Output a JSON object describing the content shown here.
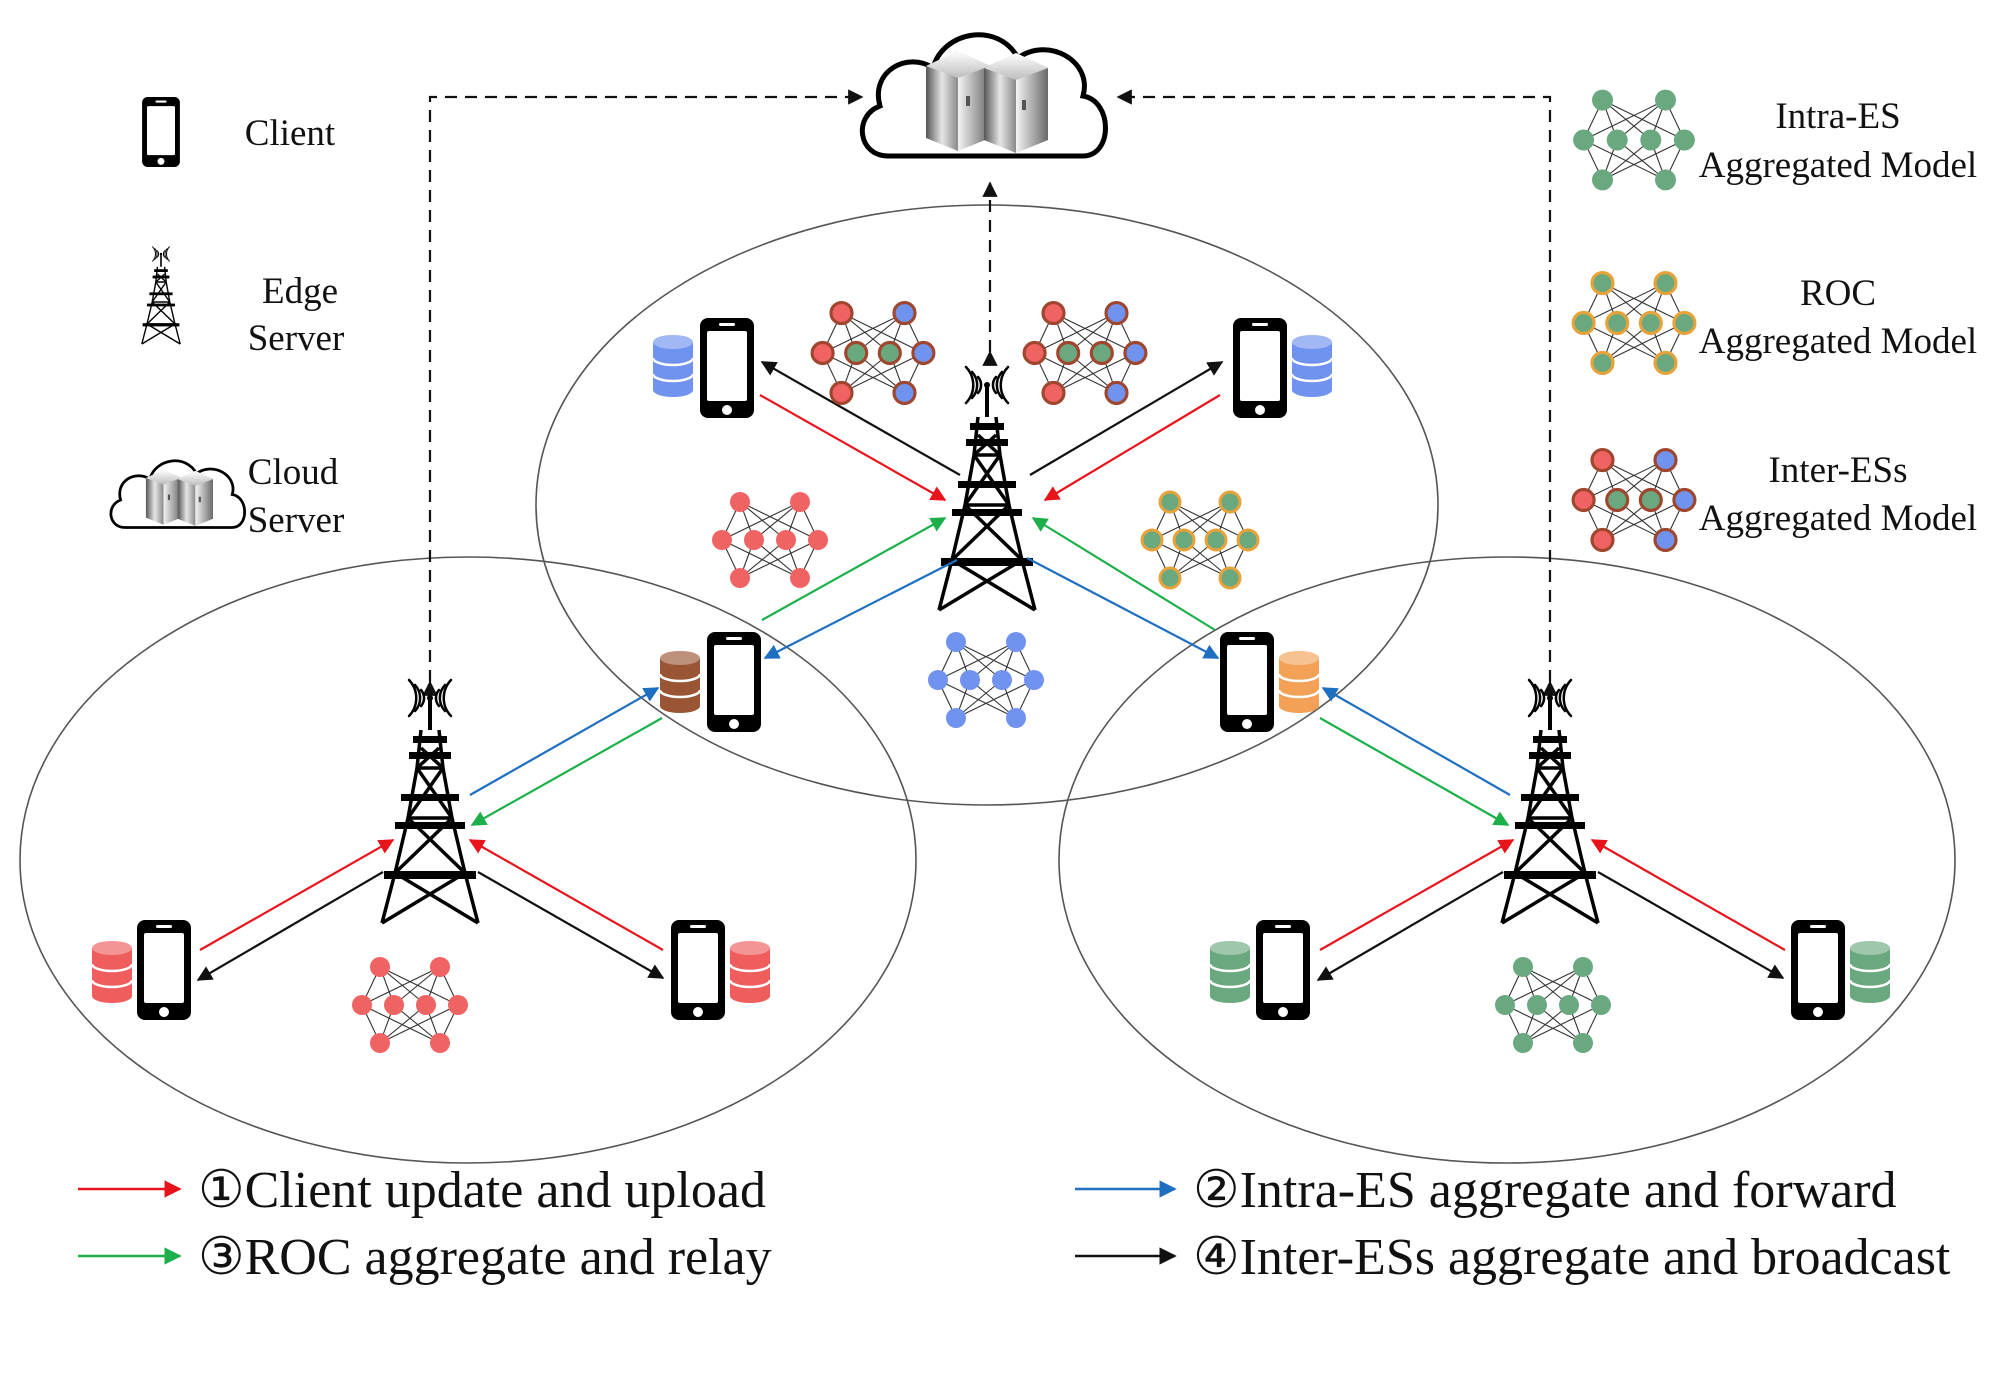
{
  "legend": {
    "client": "Client",
    "edge_line1": "Edge",
    "edge_line2": "Server",
    "cloud_line1": "Cloud",
    "cloud_line2": "Server",
    "intra_line1": "Intra-ES",
    "intra_line2": "Aggregated Model",
    "roc_line1": "ROC",
    "roc_line2": "Aggregated Model",
    "inter_line1": "Inter-ESs",
    "inter_line2": "Aggregated Model"
  },
  "steps": [
    {
      "label": "①Client update and upload",
      "color": "#e8141c"
    },
    {
      "label": "②Intra-ES aggregate and forward",
      "color": "#1f6fc0"
    },
    {
      "label": "③ROC aggregate and relay",
      "color": "#1db04a"
    },
    {
      "label": "④Inter-ESs aggregate and broadcast",
      "color": "#111111"
    }
  ],
  "colors": {
    "red_node": "#ef6363",
    "blue_node": "#6f93ee",
    "green_node": "#6aa97f",
    "roc_ring": "#e8a23a",
    "inter_ring": "#a1462e",
    "db_blue": "#6f93ee",
    "db_red": "#ef5d5d",
    "db_green": "#6aa97f",
    "db_brown": "#9a5535",
    "db_orange": "#f3a156",
    "arrow_red": "#e8141c",
    "arrow_blue": "#1f6fc0",
    "arrow_green": "#1db04a",
    "arrow_black": "#111111"
  },
  "icons": [
    "phone-icon",
    "tower-icon",
    "cloud-server-icon",
    "database-icon",
    "neural-net-icon"
  ]
}
